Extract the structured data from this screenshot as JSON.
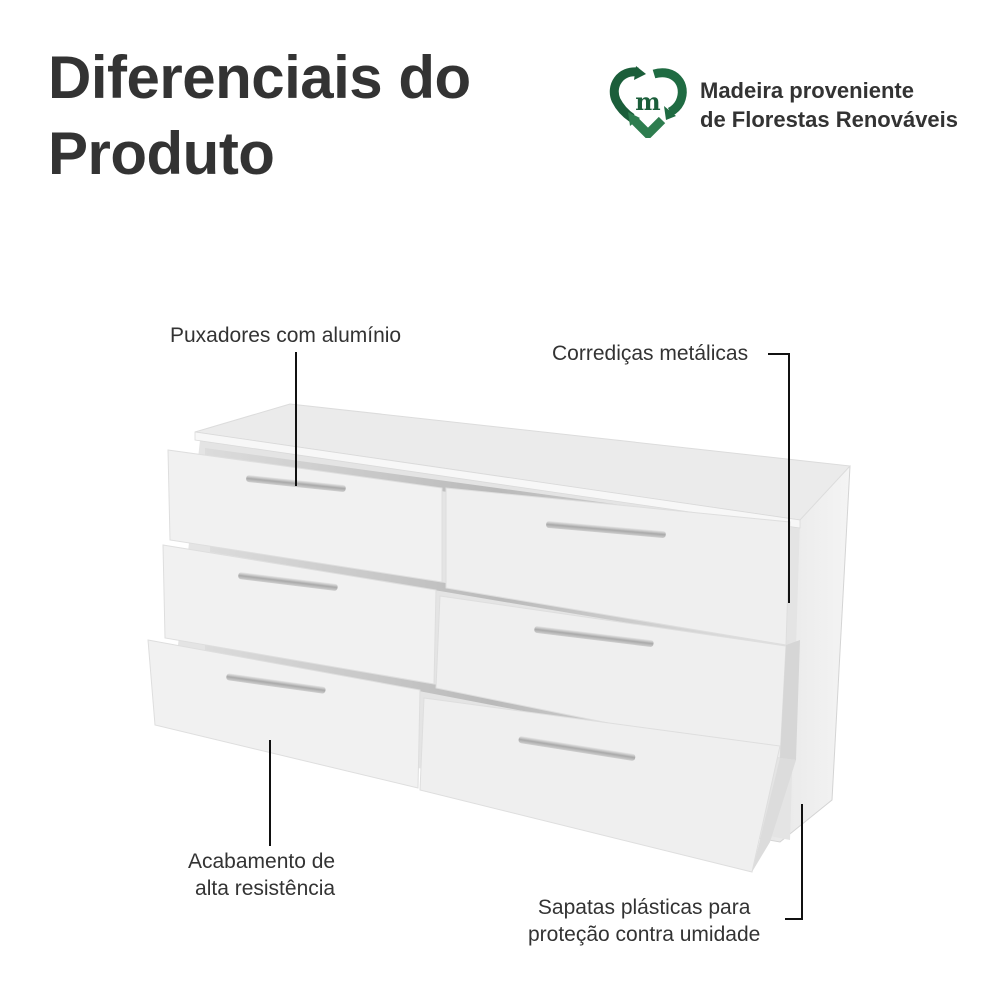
{
  "header": {
    "title_line1": "Diferenciais do",
    "title_line2": "Produto"
  },
  "badge": {
    "icon": "recycle-heart-m-icon",
    "color_dark": "#1b5e3a",
    "color_light": "#2e7d4f",
    "letter": "m",
    "text_line1": "Madeira proveniente",
    "text_line2": "de Florestas Renováveis"
  },
  "callouts": {
    "handles": "Puxadores com alumínio",
    "slides": "Corrediças metálicas",
    "finish_line1": "Acabamento de",
    "finish_line2": "alta resistência",
    "feet_line1": "Sapatas plásticas para",
    "feet_line2": "proteção contra umidade"
  },
  "product": {
    "type": "dresser",
    "drawers": 6,
    "color": "#f2f2f2"
  }
}
